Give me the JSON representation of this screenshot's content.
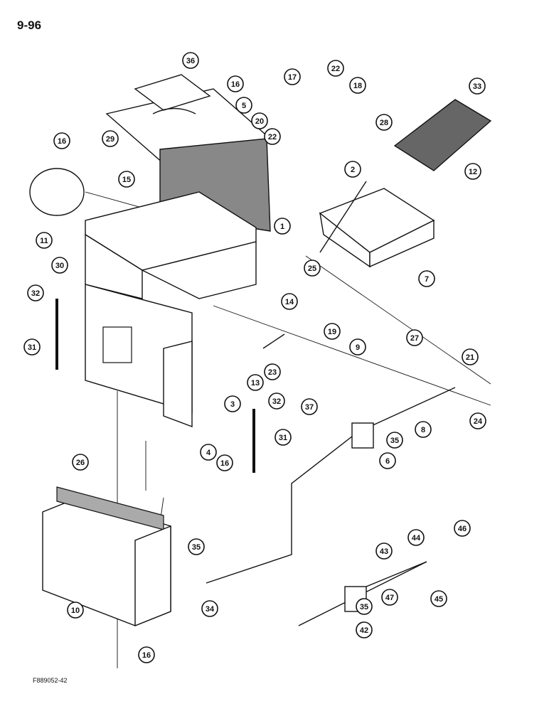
{
  "page_number": "9-96",
  "figure_code": "F889052-42",
  "callouts": [
    "36",
    "16",
    "5",
    "20",
    "29",
    "1",
    "16",
    "15",
    "11",
    "30",
    "32",
    "31",
    "17",
    "22",
    "18",
    "22",
    "28",
    "33",
    "12",
    "2",
    "7",
    "25",
    "14",
    "19",
    "13",
    "23",
    "9",
    "27",
    "21",
    "37",
    "32",
    "3",
    "4",
    "16",
    "31",
    "35",
    "8",
    "24",
    "6",
    "26",
    "35",
    "10",
    "34",
    "16",
    "43",
    "44",
    "46",
    "47",
    "45",
    "42",
    "35"
  ]
}
